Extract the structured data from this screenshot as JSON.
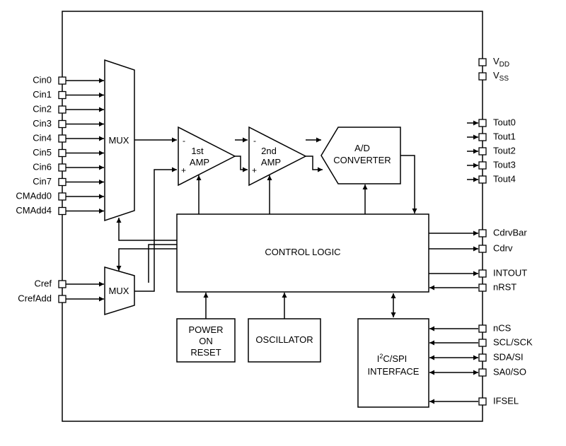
{
  "left_pins": [
    "Cin0",
    "Cin1",
    "Cin2",
    "Cin3",
    "Cin4",
    "Cin5",
    "Cin6",
    "Cin7",
    "CMAdd0",
    "CMAdd4"
  ],
  "ref_pins": [
    "Cref",
    "CrefAdd"
  ],
  "power_pins": {
    "vdd": {
      "main": "V",
      "sub": "DD"
    },
    "vss": {
      "main": "V",
      "sub": "SS"
    }
  },
  "tout_pins": [
    "Tout0",
    "Tout1",
    "Tout2",
    "Tout3",
    "Tout4"
  ],
  "ctrl_pins": [
    "CdrvBar",
    "Cdrv",
    "INTOUT",
    "nRST"
  ],
  "iface_pins": [
    "nCS",
    "SCL/SCK",
    "SDA/SI",
    "SA0/SO",
    "IFSEL"
  ],
  "blocks": {
    "mux_top": "MUX",
    "mux_bottom": "MUX",
    "amp1": [
      "1st",
      "AMP"
    ],
    "amp2": [
      "2nd",
      "AMP"
    ],
    "adc": [
      "A/D",
      "CONVERTER"
    ],
    "control_logic": "CONTROL LOGIC",
    "por": [
      "POWER",
      "ON",
      "RESET"
    ],
    "oscillator": "OSCILLATOR",
    "iface": {
      "line1_main": "I",
      "line1_sup": "2",
      "line1_rest": "C/SPI",
      "line2": "INTERFACE"
    }
  },
  "amp_signs": {
    "minus": "-",
    "plus": "+"
  }
}
